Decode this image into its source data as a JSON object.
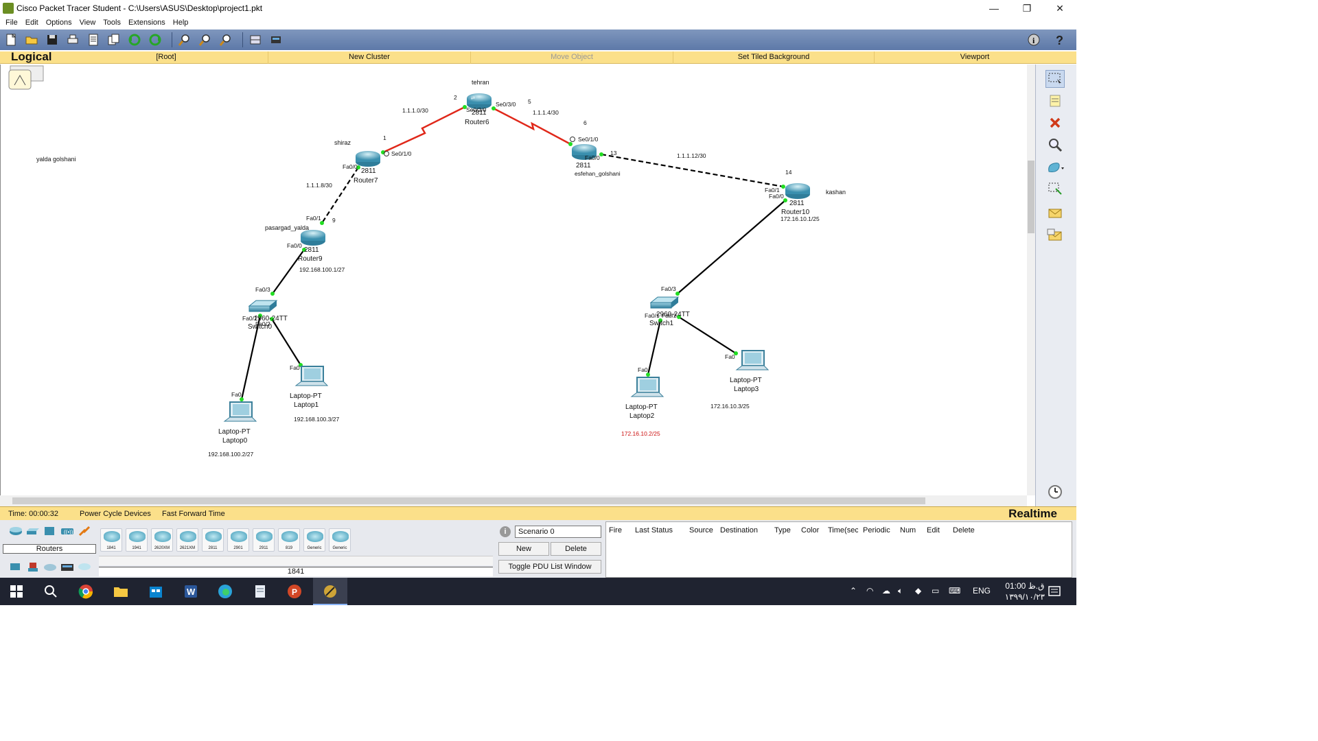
{
  "window": {
    "title": "Cisco Packet Tracer Student - C:\\Users\\ASUS\\Desktop\\project1.pkt",
    "controls": [
      "—",
      "❐",
      "✕"
    ]
  },
  "menu": [
    "File",
    "Edit",
    "Options",
    "View",
    "Tools",
    "Extensions",
    "Help"
  ],
  "logical_bar": {
    "title": "Logical",
    "root": "[Root]",
    "new_cluster": "New Cluster",
    "move_object": "Move Object",
    "set_tiled_background": "Set Tiled Background",
    "viewport": "Viewport"
  },
  "workspace": {
    "note": "yalda golshani",
    "routers": [
      {
        "model": "2811",
        "name": "Router6",
        "hostname": "tehran"
      },
      {
        "model": "2811",
        "name": "Router7",
        "hostname": "shiraz"
      },
      {
        "model": "2811",
        "name": "Router9",
        "hostname": "pasargad_yalda"
      },
      {
        "model": "2811",
        "name": "esfehan_golshani",
        "hostname": ""
      },
      {
        "model": "2811",
        "name": "Router10",
        "hostname": "kashan"
      }
    ],
    "switches": [
      {
        "model": "2960-24TT",
        "name": "Switch0"
      },
      {
        "model": "2960-24TT",
        "name": "Switch1"
      }
    ],
    "laptops": [
      {
        "model": "Laptop-PT",
        "name": "Laptop0",
        "ip": "192.168.100.2/27"
      },
      {
        "model": "Laptop-PT",
        "name": "Laptop1",
        "ip": "192.168.100.3/27"
      },
      {
        "model": "Laptop-PT",
        "name": "Laptop2",
        "ip": "172.16.10.2/25"
      },
      {
        "model": "Laptop-PT",
        "name": "Laptop3",
        "ip": "172.16.10.3/25"
      }
    ],
    "networks": [
      "1.1.1.0/30",
      "1.1.1.4/30",
      "1.1.1.8/30",
      "1.1.1.12/30"
    ],
    "gateways": {
      "router9": "192.168.100.1/27",
      "router10": "172.16.10.1/25"
    },
    "host_numbers": [
      "1",
      "2",
      "5",
      "6",
      "9",
      "13",
      "14"
    ],
    "ports": {
      "se010": "Se0/1/0",
      "se020": "Se0/2/0",
      "se030": "Se0/3/0",
      "fa00": "Fa0/0",
      "fa01": "Fa0/1",
      "fa02": "Fa0/2",
      "fa03": "Fa0/3",
      "fa0": "Fa0"
    }
  },
  "status": {
    "time": "Time: 00:00:32",
    "power_cycle": "Power Cycle Devices",
    "fast_forward": "Fast Forward Time",
    "mode": "Realtime"
  },
  "device_panel": {
    "category": "Routers",
    "models": [
      "1841",
      "1941",
      "2620XM",
      "2621XM",
      "2811",
      "2901",
      "2911",
      "819",
      "Generic",
      "Generic"
    ],
    "selected_model": "1841"
  },
  "scenario": {
    "info": "i",
    "selected": "Scenario 0",
    "new": "New",
    "delete": "Delete",
    "toggle": "Toggle PDU List Window"
  },
  "pdu_headers": [
    "Fire",
    "Last Status",
    "Source",
    "Destination",
    "Type",
    "Color",
    "Time(sec)",
    "Periodic",
    "Num",
    "Edit",
    "Delete"
  ],
  "taskbar": {
    "lang": "ENG",
    "time": "01:00 ق.ظ",
    "date": "۱۳۹۹/۱۰/۲۳"
  },
  "colors": {
    "serial_link": "#e0281a",
    "ethernet_link": "#000000",
    "port_up": "#22dd22",
    "highlight_ip": "#cc1111",
    "logical_bar": "#fbe08a",
    "toolbar": "#6680ad"
  },
  "icons": [
    "new-icon",
    "open-icon",
    "save-icon",
    "print-icon",
    "activity-wizard-icon",
    "copy-icon",
    "undo-icon",
    "redo-icon",
    "zoom-in-icon",
    "zoom-reset-icon",
    "zoom-out-icon",
    "palette-icon",
    "custom-device-icon",
    "info-icon",
    "help-icon"
  ]
}
